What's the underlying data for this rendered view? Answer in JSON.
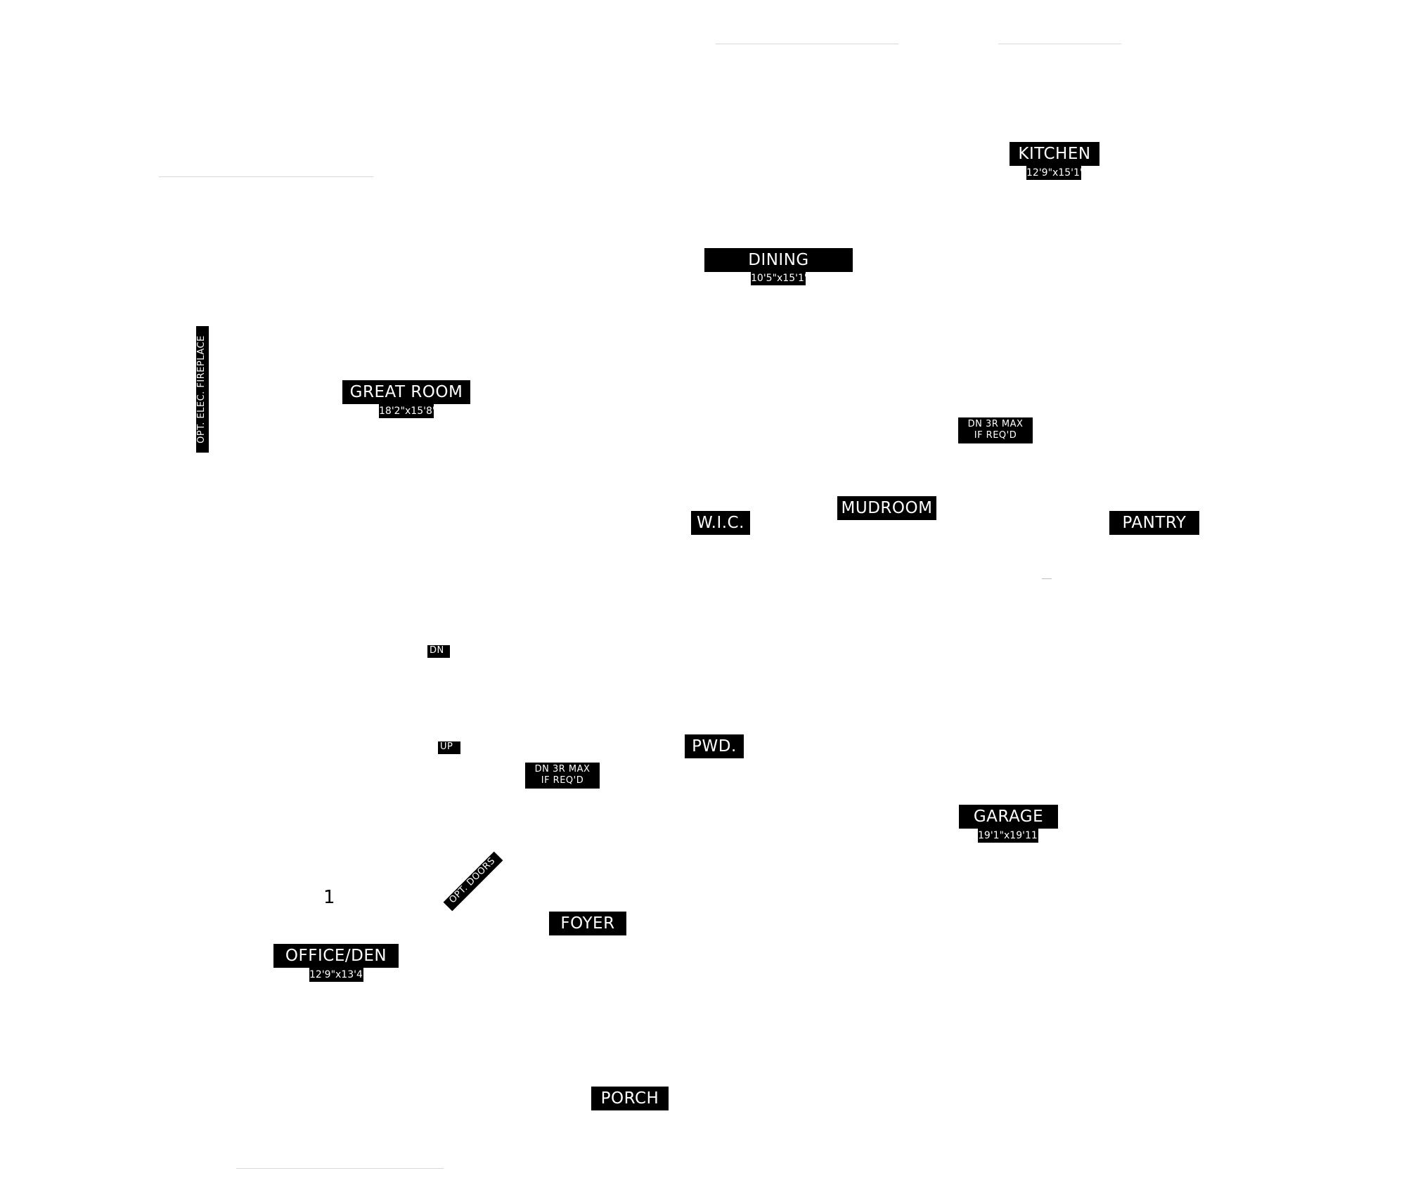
{
  "rooms": {
    "kitchen": {
      "name": "KITCHEN",
      "dim": "12'9\"x15'1\""
    },
    "dining": {
      "name": "DINING",
      "dim": "10'5\"x15'1\""
    },
    "great_room": {
      "name": "GREAT ROOM",
      "dim": "18'2\"x15'8\""
    },
    "wic": {
      "name": "W.I.C."
    },
    "mudroom": {
      "name": "MUDROOM"
    },
    "pantry": {
      "name": "PANTRY"
    },
    "pwd": {
      "name": "PWD."
    },
    "garage": {
      "name": "GARAGE",
      "dim": "19'1\"x19'11\""
    },
    "foyer": {
      "name": "FOYER"
    },
    "office": {
      "name": "OFFICE/DEN",
      "dim": "12'9\"x13'4\""
    },
    "porch": {
      "name": "PORCH"
    }
  },
  "notes": {
    "fireplace": "OPT. ELEC. FIREPLACE",
    "stair_dn_upper": "DN 3R MAX\nIF REQ'D",
    "stair_dn_lower": "DN 3R MAX\nIF REQ'D",
    "dn": "DN",
    "up": "UP",
    "opt_doors": "OPT. DOORS",
    "number_marker": "1"
  }
}
